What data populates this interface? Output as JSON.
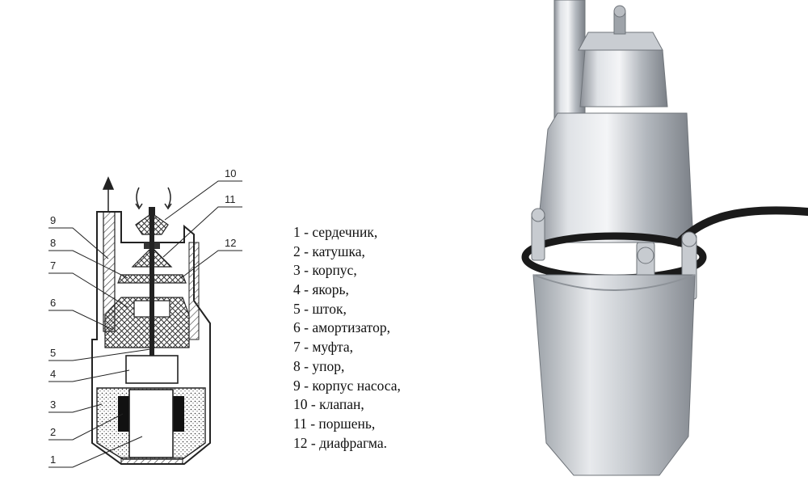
{
  "diagram": {
    "callout_numbers": [
      "1",
      "2",
      "3",
      "4",
      "5",
      "6",
      "7",
      "8",
      "9",
      "10",
      "11",
      "12"
    ]
  },
  "legend": {
    "items": [
      "1 - сердечник,",
      "2 - катушка,",
      "3 - корпус,",
      "4 - якорь,",
      "5 - шток,",
      "6 - амортизатор,",
      "7 - муфта,",
      "8 - упор,",
      "9 - корпус насоса,",
      "10 - клапан,",
      "11 - поршень,",
      "12 - диафрагма."
    ]
  },
  "colors": {
    "line": "#222222",
    "hatch": "#555555",
    "metal_light": "#e4e6e9",
    "metal_mid": "#b9bdc2",
    "metal_dark": "#7d8289",
    "rubber": "#1a1a1a"
  }
}
